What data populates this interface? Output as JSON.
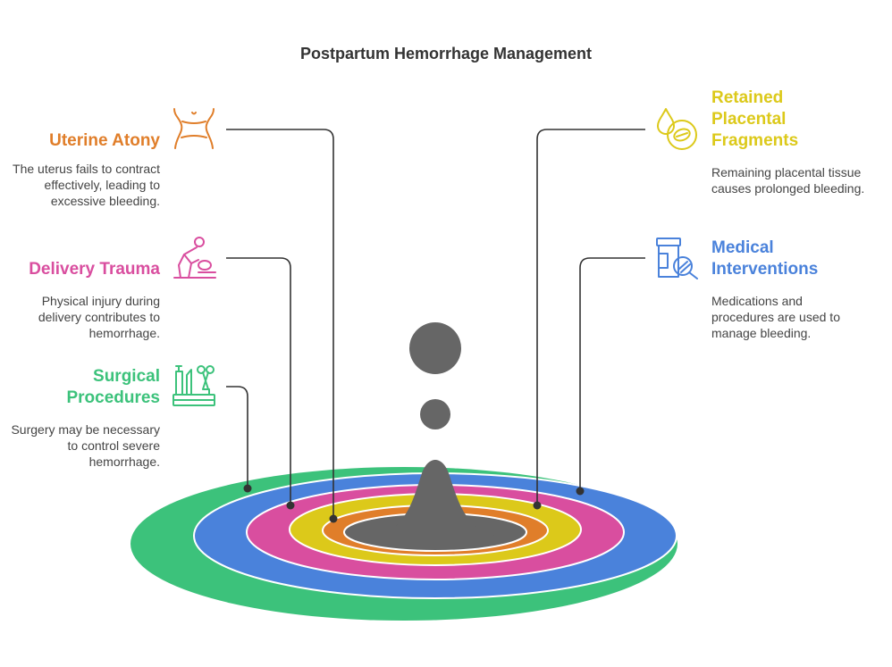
{
  "title": "Postpartum Hemorrhage Management",
  "colors": {
    "uterine_atony": "#E07E2A",
    "delivery_trauma": "#D94E9F",
    "surgical_procedures": "#3CC27B",
    "retained_placental_fragments": "#DCC91A",
    "medical_interventions": "#4A82DB",
    "center": "#666666",
    "connector": "#333333"
  },
  "items": {
    "uterine_atony": {
      "heading": "Uterine Atony",
      "description": "The uterus fails to contract effectively, leading to excessive bleeding.",
      "icon": "torso-icon"
    },
    "delivery_trauma": {
      "heading": "Delivery Trauma",
      "description": "Physical injury during delivery contributes to hemorrhage.",
      "icon": "delivery-icon"
    },
    "surgical_procedures": {
      "heading": "Surgical Procedures",
      "description": "Surgery may be necessary to control severe hemorrhage.",
      "icon": "surgical-tools-icon"
    },
    "retained_placental_fragments": {
      "heading": "Retained Placental Fragments",
      "description": "Remaining placental tissue causes prolonged bleeding.",
      "icon": "placenta-icon"
    },
    "medical_interventions": {
      "heading": "Medical Interventions",
      "description": "Medications and procedures are used to manage bleeding.",
      "icon": "medication-icon"
    }
  }
}
